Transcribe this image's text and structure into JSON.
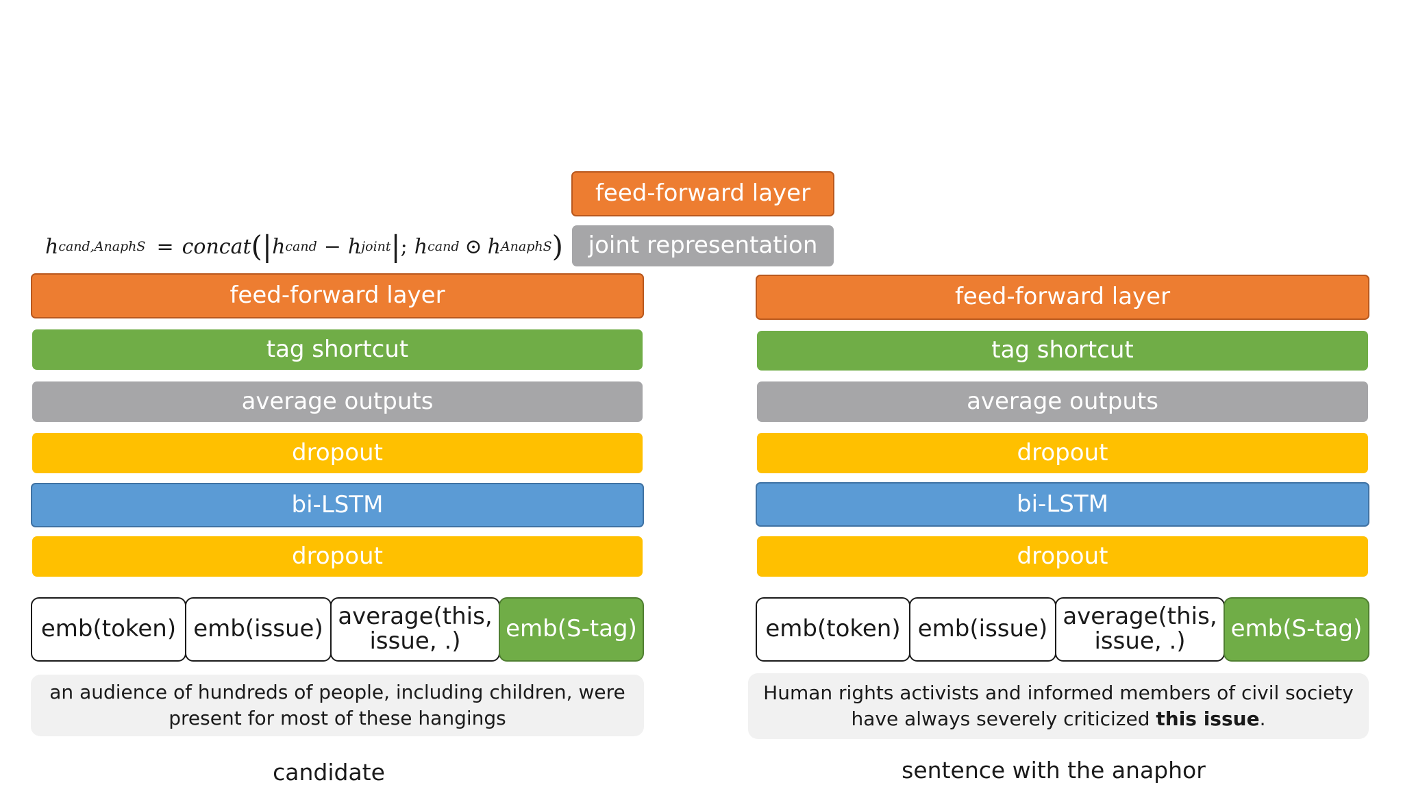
{
  "top": {
    "feed_forward": "feed-forward layer",
    "joint": "joint representation"
  },
  "formula": {
    "lhs_h": "h",
    "lhs_sub": "cand,AnaphS",
    "eq": "=",
    "concat": "concat",
    "open": "(",
    "bar": "|",
    "h1": "h",
    "h1_sub": "cand",
    "minus": "−",
    "h2": "h",
    "h2_sub": "joint",
    "semi": ";",
    "h3": "h",
    "h3_sub": "cand",
    "odot": "⊙",
    "h4": "h",
    "h4_sub": "AnaphS",
    "close": ")"
  },
  "left": {
    "layers": [
      "feed-forward layer",
      "tag shortcut",
      "average outputs",
      "dropout",
      "bi-LSTM",
      "dropout"
    ],
    "embs": [
      "emb(token)",
      "emb(issue)",
      "average(this, issue, .)",
      "emb(S-tag)"
    ],
    "sentence": "an audience of hundreds of people, including children, were present for most of these hangings",
    "caption": "candidate"
  },
  "right": {
    "layers": [
      "feed-forward layer",
      "tag shortcut",
      "average outputs",
      "dropout",
      "bi-LSTM",
      "dropout"
    ],
    "embs": [
      "emb(token)",
      "emb(issue)",
      "average(this, issue, .)",
      "emb(S-tag)"
    ],
    "sentence_pre": "Human rights activists and informed members of civil society have always severely criticized ",
    "sentence_bold": "this issue",
    "sentence_post": ".",
    "caption": "sentence with the anaphor"
  }
}
